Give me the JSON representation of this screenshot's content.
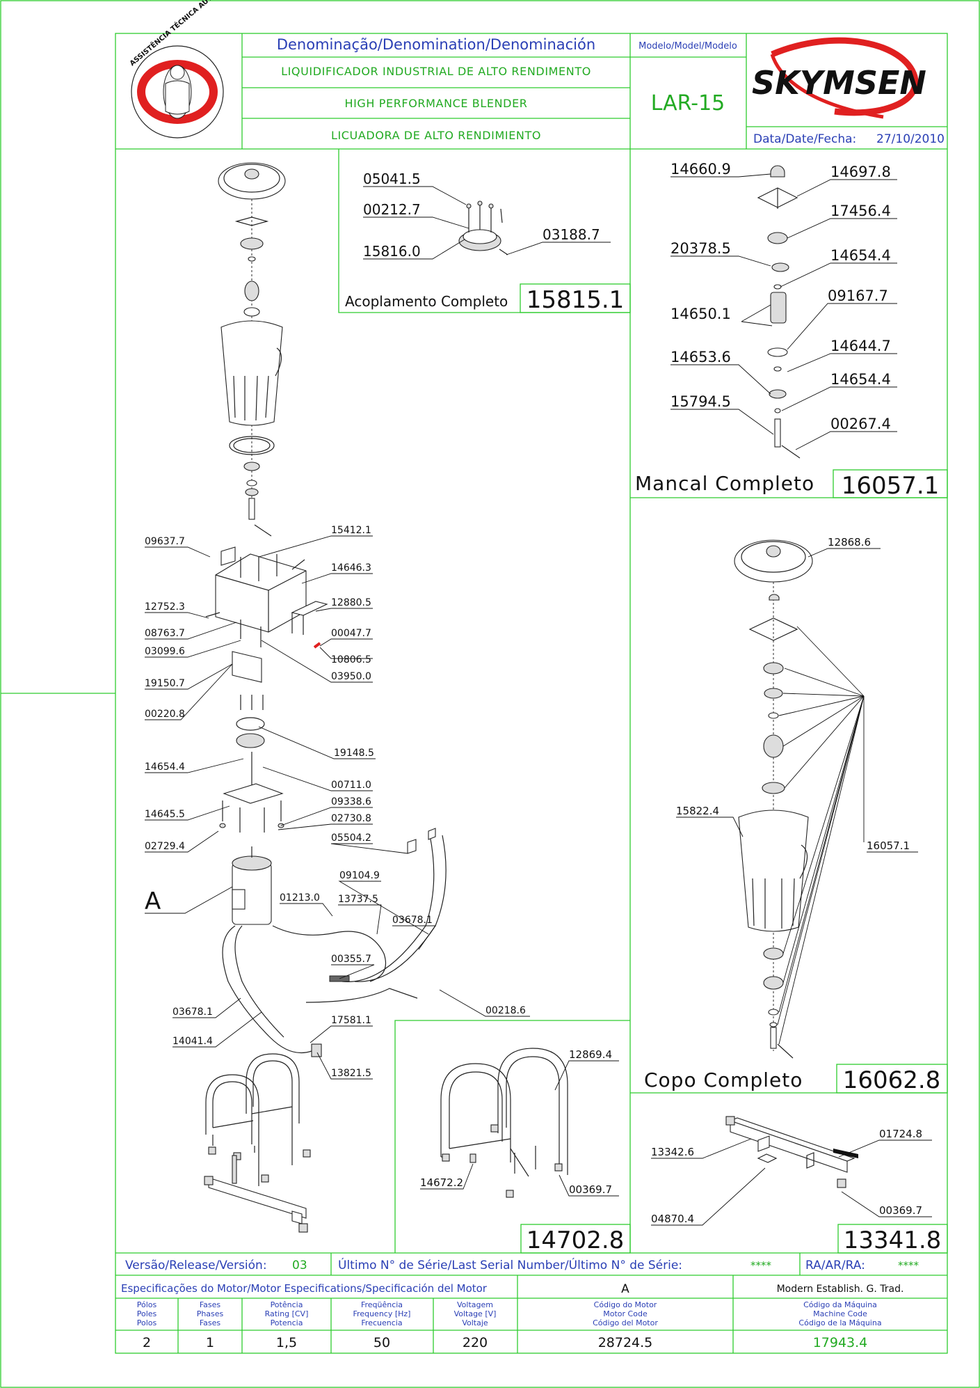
{
  "header": {
    "denomination_label": "Denominação/Denomination/Denominación",
    "name_pt": "LIQUIDIFICADOR INDUSTRIAL DE ALTO RENDIMENTO",
    "name_en": "HIGH PERFORMANCE BLENDER",
    "name_es": "LICUADORA DE ALTO RENDIMIENTO",
    "model_label": "Modelo/Model/Modelo",
    "model_value": "LAR-15",
    "brand": "SKYMSEN",
    "date_label": "Data/Date/Fecha:",
    "date_value": "27/10/2010",
    "seal_text": "ASSISTÊNCIA TÉCNICA AUTORIZADA"
  },
  "assemblies": {
    "coupling": {
      "title": "Acoplamento Completo",
      "code": "15815.1",
      "parts": [
        "05041.5",
        "00212.7",
        "15816.0",
        "03188.7"
      ]
    },
    "bearing": {
      "title": "Mancal Completo",
      "code": "16057.1",
      "parts": [
        "14660.9",
        "14697.8",
        "17456.4",
        "20378.5",
        "14654.4",
        "14650.1",
        "09167.7",
        "14644.7",
        "14653.6",
        "14654.4",
        "15794.5",
        "00267.4"
      ]
    },
    "cup": {
      "title": "Copo Completo",
      "code": "16062.8",
      "parts": [
        "12868.6",
        "15822.4",
        "16057.1"
      ]
    },
    "stand": {
      "code": "14702.8",
      "parts": [
        "12869.4",
        "14672.2",
        "00369.7"
      ]
    },
    "bracket": {
      "code": "13341.8",
      "parts": [
        "13342.6",
        "01724.8",
        "04870.4",
        "00369.7"
      ]
    }
  },
  "main_parts": [
    "09637.7",
    "15412.1",
    "14646.3",
    "12752.3",
    "12880.5",
    "08763.7",
    "00047.7",
    "03099.6",
    "10806.5",
    "19150.7",
    "03950.0",
    "00220.8",
    "19148.5",
    "14654.4",
    "00711.0",
    "14645.5",
    "09338.6",
    "02730.8",
    "02729.4",
    "05504.2",
    "09104.9",
    "A",
    "01213.0",
    "13737.5",
    "03678.1",
    "00355.7",
    "03678.1",
    "00218.6",
    "14041.4",
    "17581.1",
    "13821.5"
  ],
  "footer": {
    "version_label": "Versão/Release/Versión:",
    "version_value": "03",
    "serial_label": "Último N° de Série/Last Serial Number/Último N° de Série:",
    "serial_value": "****",
    "ra_label": "RA/AR/RA:",
    "ra_value": "****",
    "motor_spec_label": "Especificações do Motor/Motor Especifications/Specificación del Motor",
    "motor_ref": "A",
    "company": "Modern Establish. G. Trad.",
    "columns": [
      {
        "h1": "Pólos",
        "h2": "Poles",
        "h3": "Polos",
        "value": "2"
      },
      {
        "h1": "Fases",
        "h2": "Phases",
        "h3": "Fases",
        "value": "1"
      },
      {
        "h1": "Potência",
        "h2": "Rating [CV]",
        "h3": "Potencia",
        "value": "1,5"
      },
      {
        "h1": "Freqüência",
        "h2": "Frequency [Hz]",
        "h3": "Frecuencia",
        "value": "50"
      },
      {
        "h1": "Voltagem",
        "h2": "Voltage [V]",
        "h3": "Voltaje",
        "value": "220"
      },
      {
        "h1": "Código do Motor",
        "h2": "Motor Code",
        "h3": "Código del Motor",
        "value": "28724.5"
      },
      {
        "h1": "Código da Máquina",
        "h2": "Machine Code",
        "h3": "Código de la Máquina",
        "value": "17943.4"
      }
    ]
  },
  "colors": {
    "frame": "#2ecc2e",
    "text_blue": "#2a3fb5",
    "text_green": "#22aa22",
    "brand_red": "#e02020"
  }
}
